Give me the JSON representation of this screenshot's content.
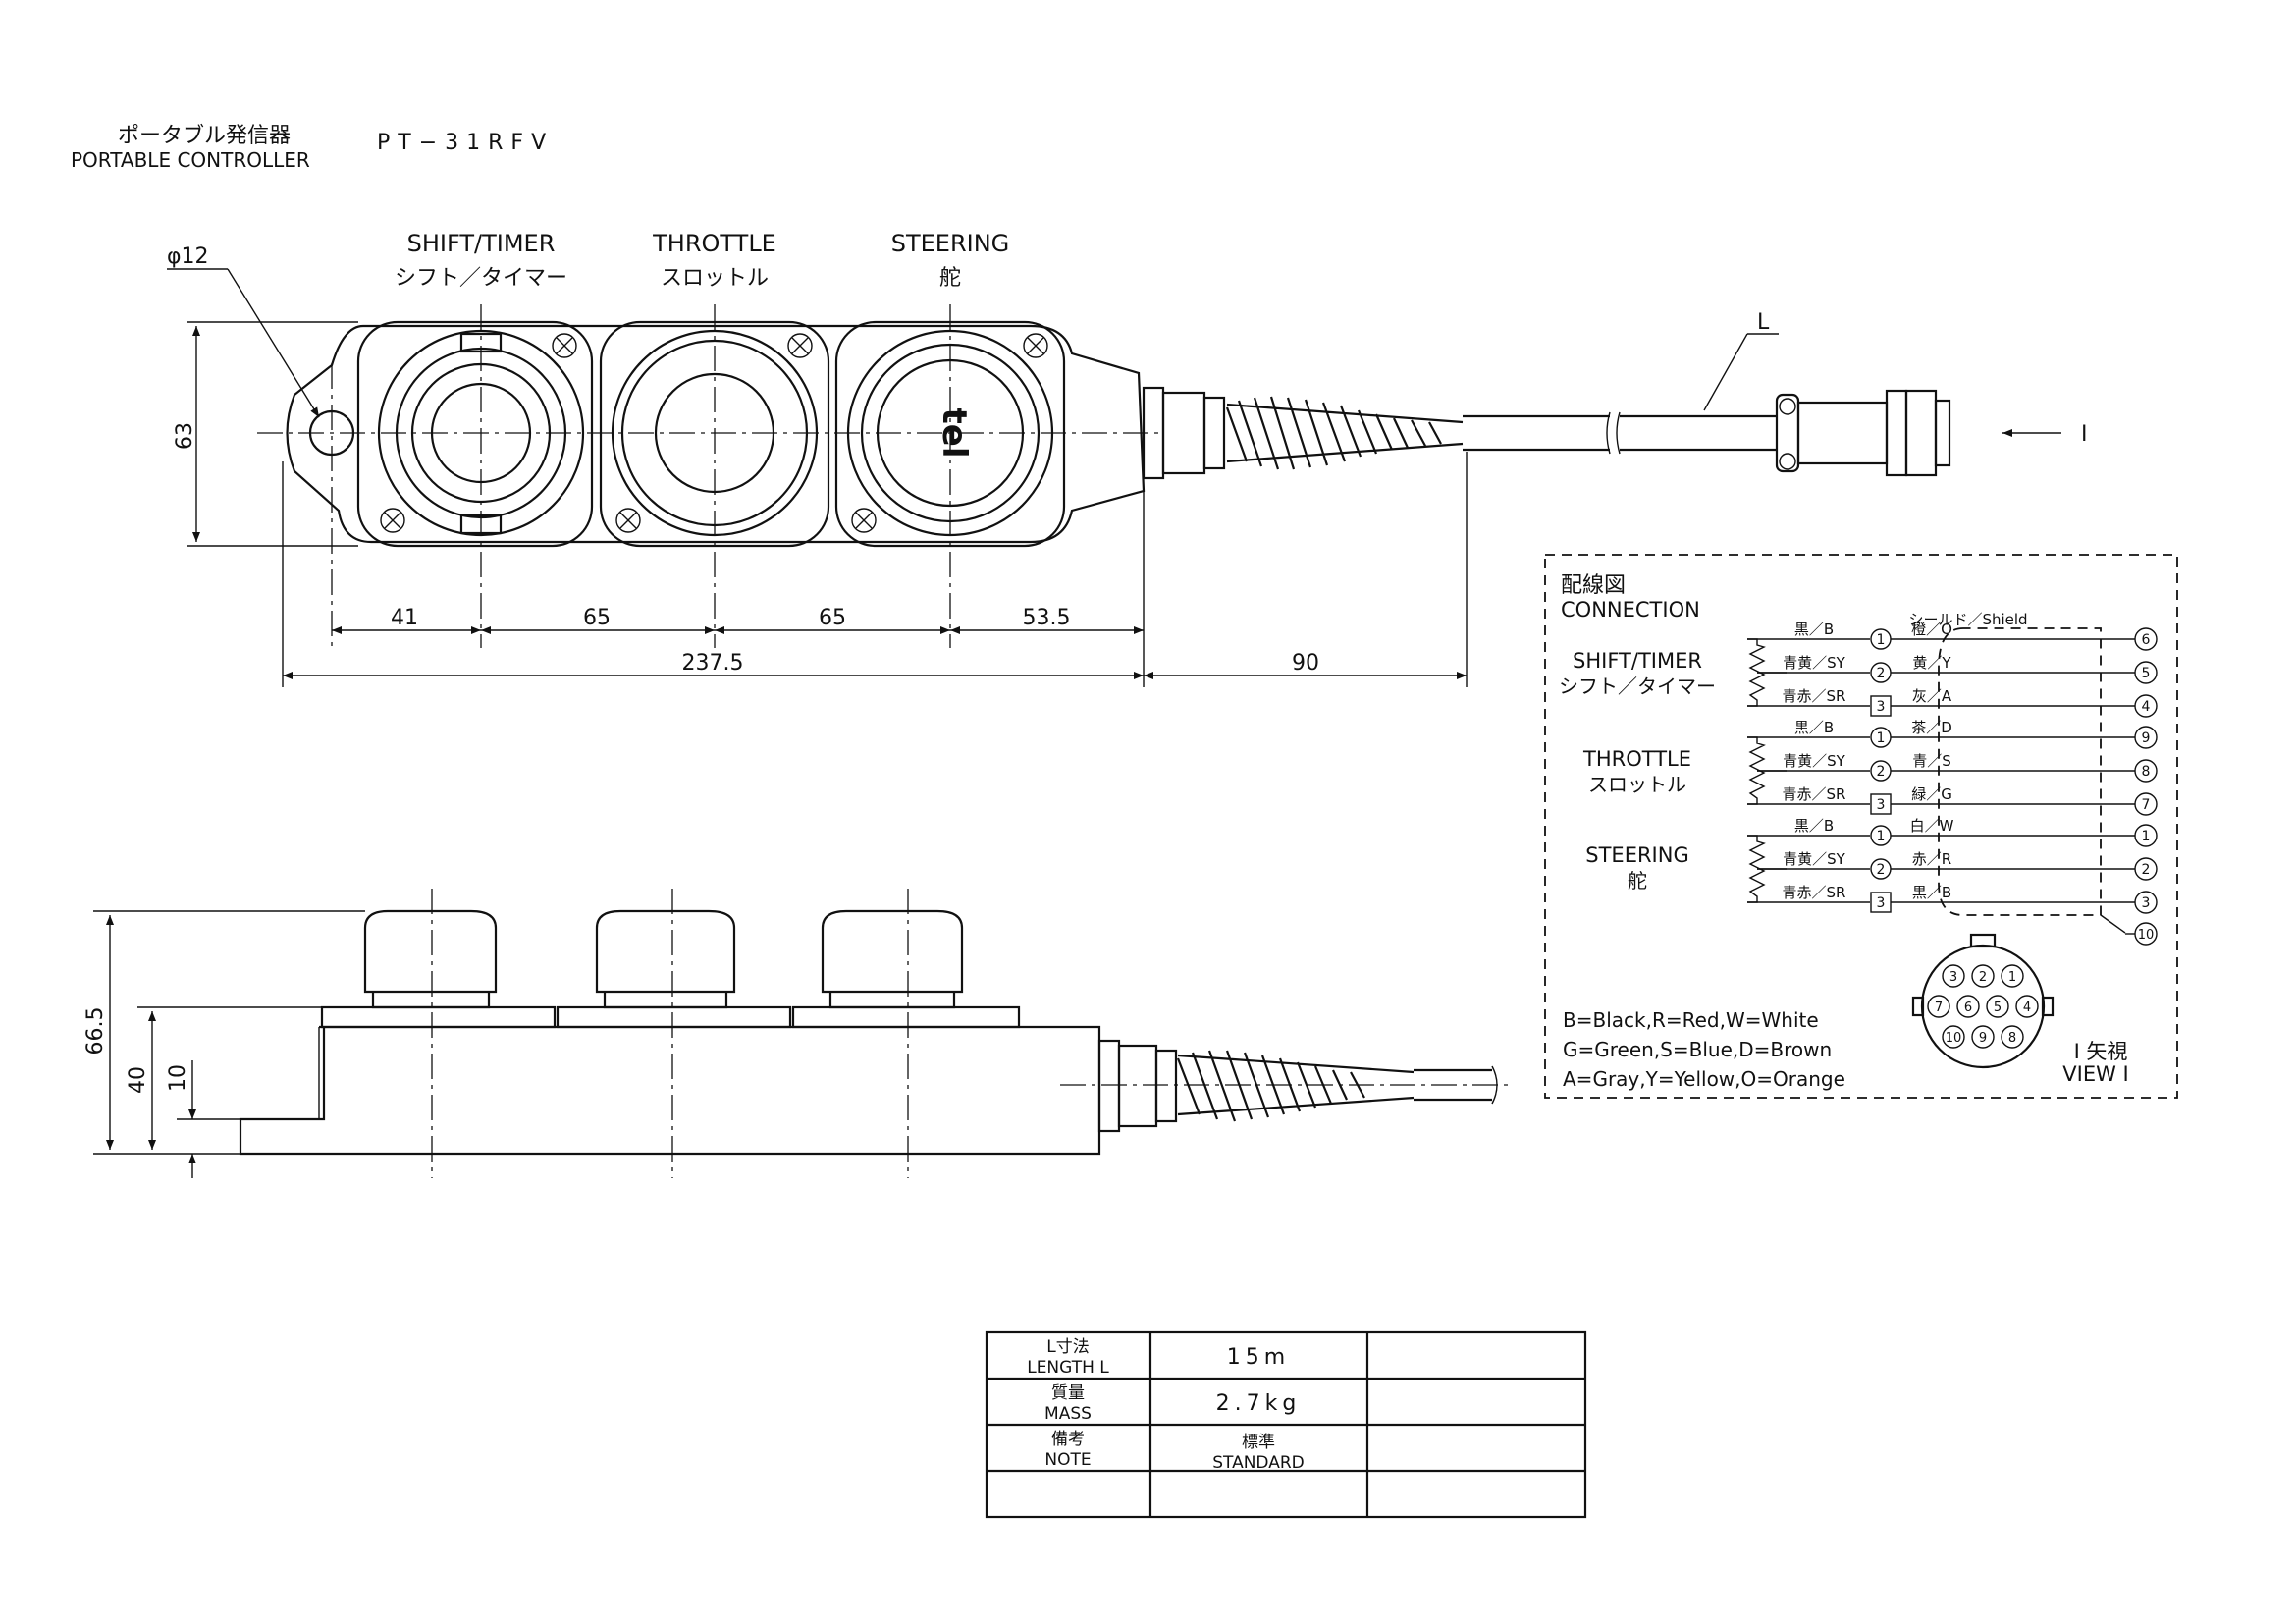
{
  "title": {
    "jp": "ポータブル発信器",
    "en": "PORTABLE CONTROLLER",
    "model": "PT−31RFV"
  },
  "knobs": {
    "shift_timer": {
      "en": "SHIFT/TIMER",
      "jp": "シフト／タイマー"
    },
    "throttle": {
      "en": "THROTTLE",
      "jp": "スロットル"
    },
    "steering": {
      "en": "STEERING",
      "jp": "舵"
    }
  },
  "top_view": {
    "hole_dia": "φ12",
    "height": "63",
    "dims": [
      "41",
      "65",
      "65",
      "53.5"
    ],
    "overall_length": "237.5",
    "cable_gland": "90",
    "cable_length_label": "L",
    "view_arrow_label": "I",
    "brand": "tel"
  },
  "side_view": {
    "dims": [
      "66.5",
      "40",
      "10"
    ]
  },
  "connection": {
    "title_jp": "配線図",
    "title_en": "CONNECTION",
    "shield": "シールド／Shield",
    "groups": [
      {
        "en": "SHIFT/TIMER",
        "jp": "シフト／タイマー",
        "wires": [
          {
            "left": "黒／B",
            "term": "1",
            "right": "橙／O",
            "pin": "6"
          },
          {
            "left": "青黄／SY",
            "term": "2",
            "right": "黄／Y",
            "pin": "5"
          },
          {
            "left": "青赤／SR",
            "term": "3",
            "right": "灰／A",
            "pin": "4"
          }
        ]
      },
      {
        "en": "THROTTLE",
        "jp": "スロットル",
        "wires": [
          {
            "left": "黒／B",
            "term": "1",
            "right": "茶／D",
            "pin": "9"
          },
          {
            "left": "青黄／SY",
            "term": "2",
            "right": "青／S",
            "pin": "8"
          },
          {
            "left": "青赤／SR",
            "term": "3",
            "right": "緑／G",
            "pin": "7"
          }
        ]
      },
      {
        "en": "STEERING",
        "jp": "舵",
        "wires": [
          {
            "left": "黒／B",
            "term": "1",
            "right": "白／W",
            "pin": "1"
          },
          {
            "left": "青黄／SY",
            "term": "2",
            "right": "赤／R",
            "pin": "2"
          },
          {
            "left": "青赤／SR",
            "term": "3",
            "right": "黒／B",
            "pin": "3"
          }
        ]
      }
    ],
    "shield_pin": "10",
    "connector_pins": [
      "3",
      "2",
      "1",
      "7",
      "6",
      "5",
      "4",
      "10",
      "9",
      "8"
    ],
    "legend": [
      "B=Black,R=Red,W=White",
      "G=Green,S=Blue,D=Brown",
      "A=Gray,Y=Yellow,O=Orange"
    ],
    "view_label_jp": "I 矢視",
    "view_label_en": "VIEW I"
  },
  "spec_table": {
    "rows": [
      {
        "label_jp": "L寸法",
        "label_en": "LENGTH L",
        "value": "15m"
      },
      {
        "label_jp": "質量",
        "label_en": "MASS",
        "value": "2.7kg"
      },
      {
        "label_jp": "備考",
        "label_en": "NOTE",
        "value_jp": "標準",
        "value_en": "STANDARD"
      },
      {
        "label_jp": "",
        "label_en": "",
        "value": ""
      }
    ]
  }
}
